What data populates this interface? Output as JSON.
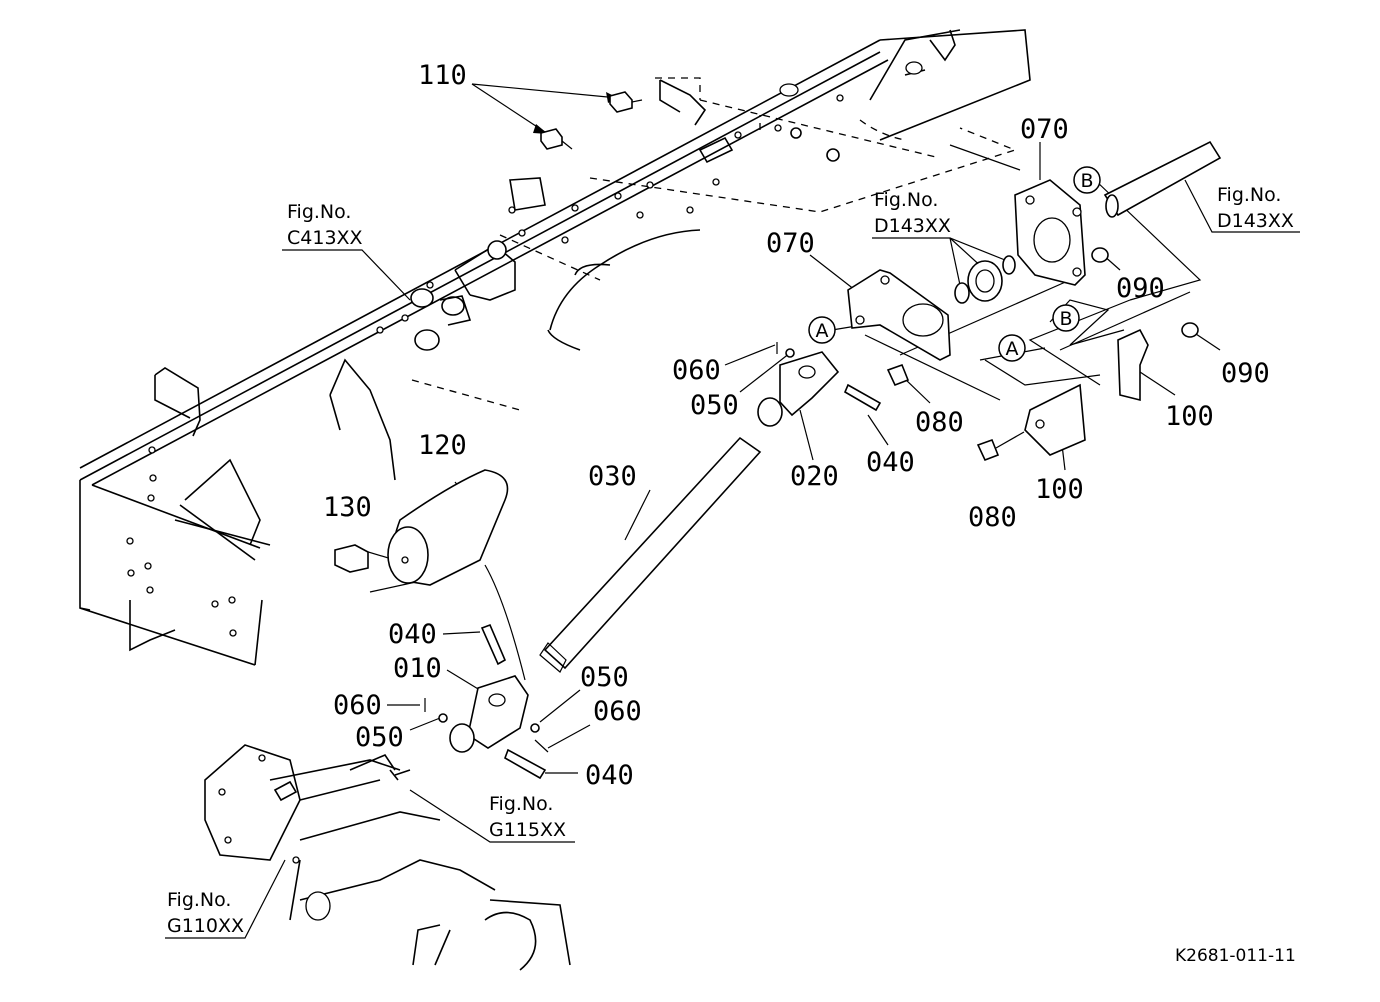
{
  "parts": {
    "p010": "010",
    "p020": "020",
    "p030": "030",
    "p040a": "040",
    "p040b": "040",
    "p040c": "040",
    "p050a": "050",
    "p050b": "050",
    "p050c": "050",
    "p060a": "060",
    "p060b": "060",
    "p060c": "060",
    "p070a": "070",
    "p070b": "070",
    "p080a": "080",
    "p080b": "080",
    "p090a": "090",
    "p090b": "090",
    "p100a": "100",
    "p100b": "100",
    "p110": "110",
    "p120": "120",
    "p130": "130"
  },
  "refs": {
    "c413": {
      "head": "Fig.No.",
      "code": "C413XX"
    },
    "d143a": {
      "head": "Fig.No.",
      "code": "D143XX"
    },
    "d143b": {
      "head": "Fig.No.",
      "code": "D143XX"
    },
    "g115": {
      "head": "Fig.No.",
      "code": "G115XX"
    },
    "g110": {
      "head": "Fig.No.",
      "code": "G110XX"
    }
  },
  "markers": {
    "a1": "A",
    "a2": "A",
    "b1": "B",
    "b2": "B"
  },
  "drawing_code": "K2681-011-11"
}
